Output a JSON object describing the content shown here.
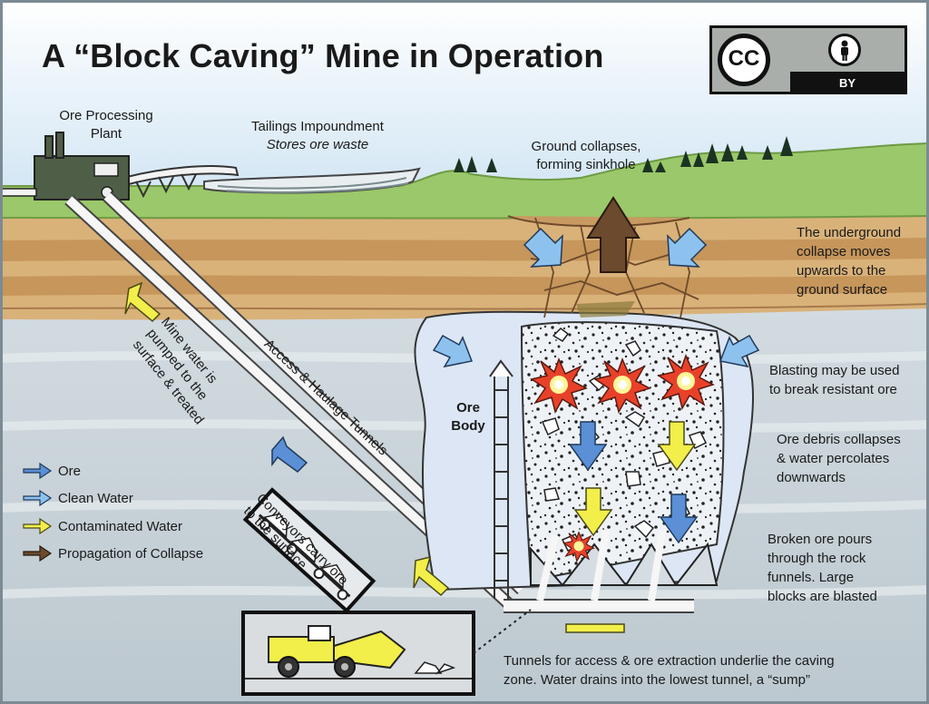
{
  "title": "A “Block Caving” Mine in Operation",
  "license_badge": {
    "cc_mark": "CC",
    "by_label": "BY",
    "icon": "person-icon"
  },
  "labels": {
    "ore_processing_plant_1": "Ore Processing",
    "ore_processing_plant_2": "Plant",
    "tailings_1": "Tailings Impoundment",
    "tailings_2": "Stores ore waste",
    "ground_collapse_1": "Ground collapses,",
    "ground_collapse_2": "forming sinkhole",
    "underground_collapse_1": "The underground",
    "underground_collapse_2": "collapse moves",
    "underground_collapse_3": "upwards to the",
    "underground_collapse_4": "ground surface",
    "blasting_1": "Blasting may be used",
    "blasting_2": "to break resistant ore",
    "debris_1": "Ore debris collapses",
    "debris_2": "& water percolates",
    "debris_3": "downwards",
    "broken_ore_1": "Broken ore pours",
    "broken_ore_2": "through the rock",
    "broken_ore_3": "funnels.  Large",
    "broken_ore_4": "blocks are blasted",
    "ore_body_1": "Ore",
    "ore_body_2": "Body",
    "mine_water_1": "Mine water is",
    "mine_water_2": "pumped to the",
    "mine_water_3": "surface & treated",
    "access_tunnels": "Access & Haulage Tunnels",
    "conveyors_1": "Conveyors carry ore",
    "conveyors_2": "to the surface",
    "tunnels_note_1": "Tunnels for access & ore extraction underlie the caving",
    "tunnels_note_2": "zone.  Water drains into the lowest tunnel, a “sump”"
  },
  "legend": [
    {
      "label": "Ore",
      "color": "#5b8fd6"
    },
    {
      "label": "Clean Water",
      "color": "#8ec2ee"
    },
    {
      "label": "Contaminated Water",
      "color": "#f2ee4a"
    },
    {
      "label": "Propagation of Collapse",
      "color": "#6b4a2e"
    }
  ],
  "colors": {
    "sky": "#d4e7f4",
    "grass": "#9bc86a",
    "soil": "#d9b27a",
    "soil_band": "#c6965b",
    "rock": "#cfd8dd",
    "ore_body": "#dce6f4",
    "tunnel": "#f3f3f3",
    "blast": "#e8412a"
  }
}
